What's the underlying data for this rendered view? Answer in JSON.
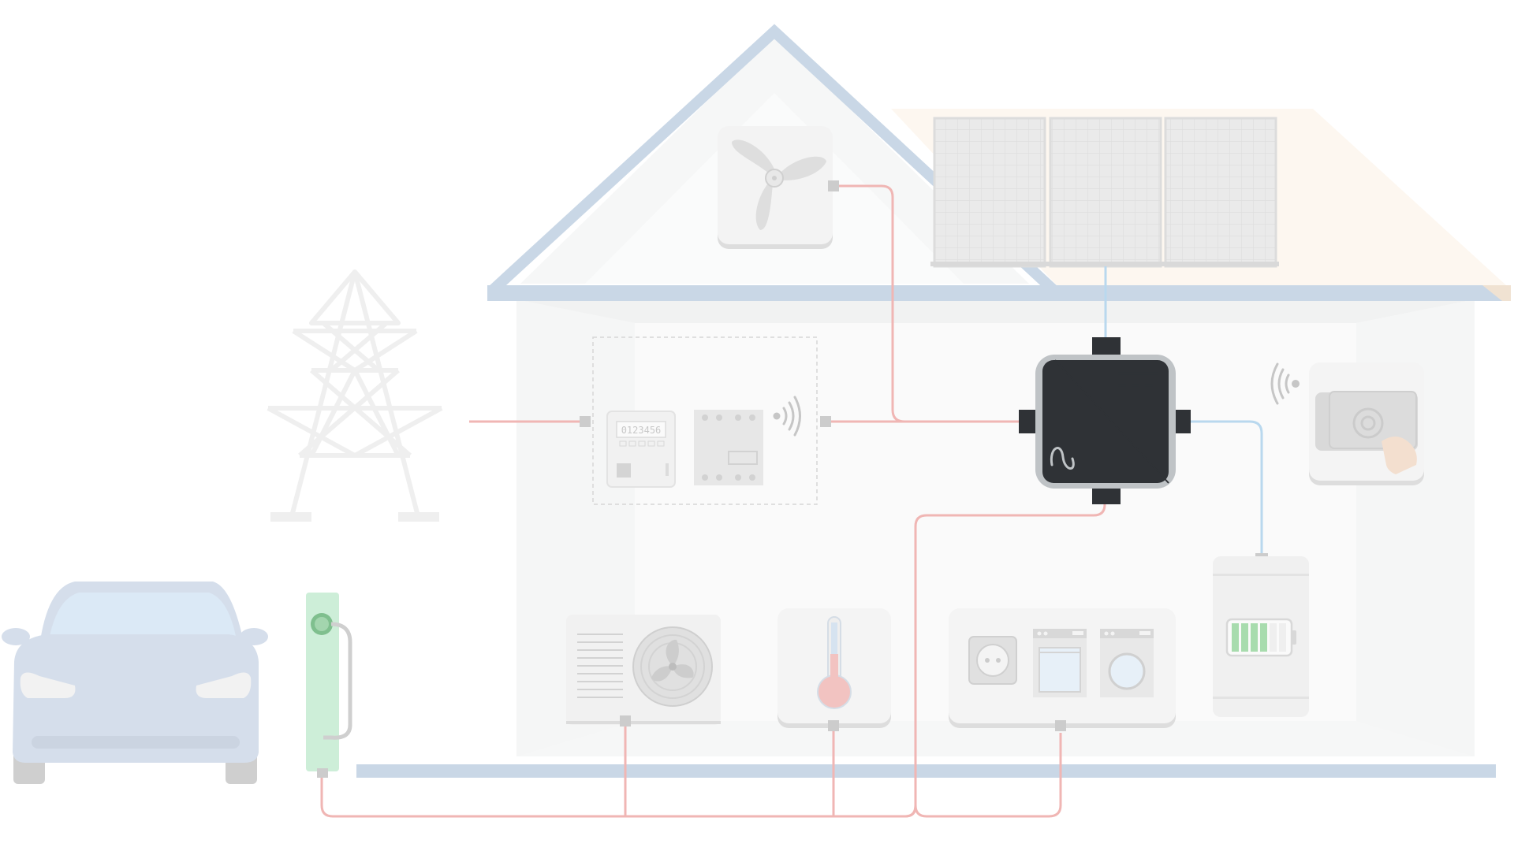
{
  "diagram": {
    "title": "",
    "components": {
      "meter": {
        "display": "0123456"
      }
    },
    "battery": {
      "level": 0.6,
      "segments": 6,
      "filled": 4
    },
    "colors": {
      "house_outline": "#c9d7e6",
      "ac_line": "#f0b6b4",
      "dc_line": "#b9d8ee",
      "inverter": "#2f3236",
      "inverter_panel": "#9b9ea3",
      "battery_fill": "#a8dcae",
      "wallbox": "#cdeed8",
      "car": "#d5deeb"
    }
  }
}
